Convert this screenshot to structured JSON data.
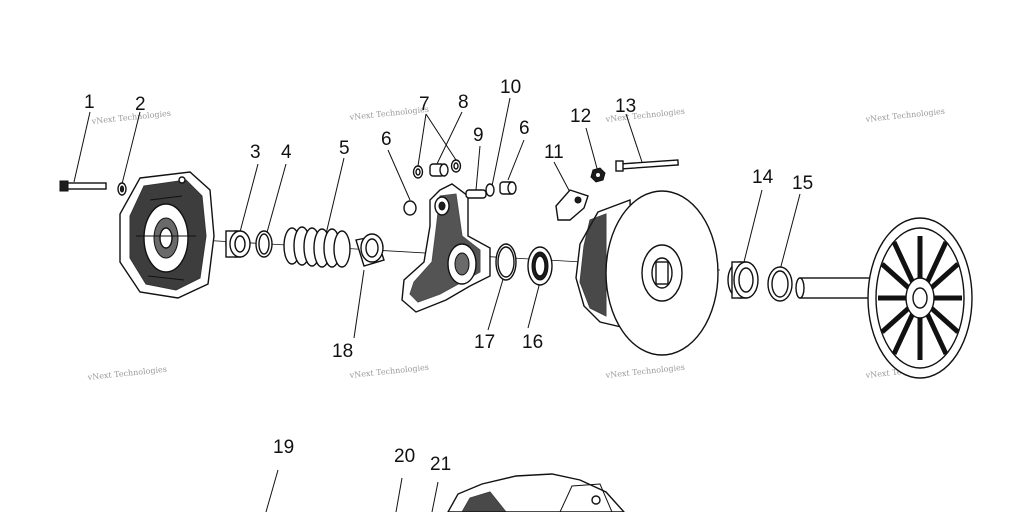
{
  "labels": {
    "p1": "1",
    "p2": "2",
    "p3": "3",
    "p4": "4",
    "p5": "5",
    "p6a": "6",
    "p6b": "6",
    "p7": "7",
    "p8": "8",
    "p9": "9",
    "p10": "10",
    "p11": "11",
    "p12": "12",
    "p13": "13",
    "p14": "14",
    "p15": "15",
    "p16": "16",
    "p17": "17",
    "p18": "18",
    "p19": "19",
    "p20": "20",
    "p21": "21"
  },
  "watermark": {
    "text": "vNext Technologies"
  }
}
